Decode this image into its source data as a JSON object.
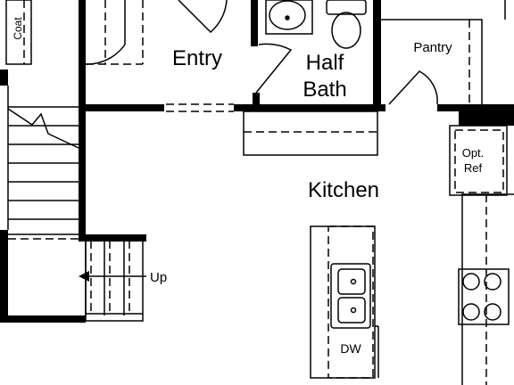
{
  "rooms": {
    "entry": "Entry",
    "half_bath_line1": "Half",
    "half_bath_line2": "Bath",
    "pantry": "Pantry",
    "kitchen": "Kitchen",
    "coat": "Coat"
  },
  "appliances": {
    "refrigerator_line1": "Opt.",
    "refrigerator_line2": "Ref",
    "dishwasher": "DW"
  },
  "stairs": {
    "direction": "Up"
  },
  "colors": {
    "wall": "#000000",
    "background": "#ffffff"
  }
}
